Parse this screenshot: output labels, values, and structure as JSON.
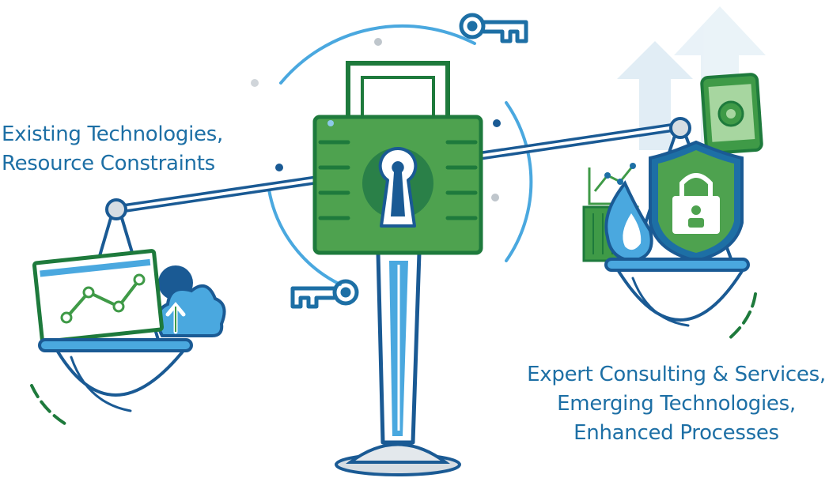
{
  "left_caption": {
    "lines": [
      "Existing Technologies,",
      "Resource Constraints"
    ]
  },
  "right_caption": {
    "lines": [
      "Expert Consulting & Services,",
      "Emerging Technologies,",
      "Enhanced Processes"
    ]
  },
  "colors": {
    "brand_blue": "#1d6fa5",
    "dark_blue": "#1a5a94",
    "light_blue": "#4aa8df",
    "brand_green": "#3f9a47",
    "dark_green": "#1e7a3c",
    "light_gray": "#d6dde3"
  },
  "icons": [
    "padlock-icon",
    "keyhole-icon",
    "key-icon",
    "laptop-chart-icon",
    "cloud-upload-icon",
    "shield-lock-icon",
    "phone-gear-icon",
    "flame-icon",
    "up-arrow-icon"
  ]
}
